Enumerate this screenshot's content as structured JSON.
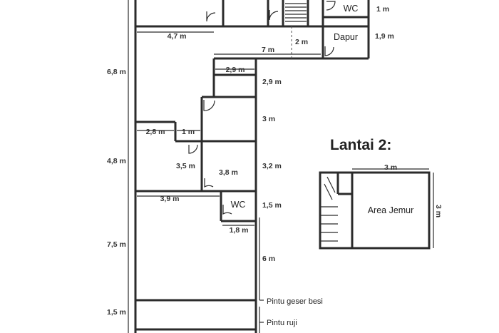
{
  "plan": {
    "floor2_title": "Lantai 2:",
    "rooms": {
      "wc_top": "WC",
      "dapur": "Dapur",
      "wc_mid": "WC",
      "area_jemur": "Area Jemur"
    },
    "dims": {
      "top_right_1m": "1 m",
      "dapur_1_9m": "1,9 m",
      "h_4_7m": "4,7 m",
      "v_2m": "2 m",
      "h_7m": "7 m",
      "left_6_8m": "6,8 m",
      "h_2_9m": "2,9 m",
      "v_2_9m": "2,9 m",
      "v_3m": "3 m",
      "h_2_8m": "2,8 m",
      "h_1m": "1 m",
      "left_4_8m": "4,8 m",
      "v_3_5m": "3,5 m",
      "h_3_8m": "3,8 m",
      "v_3_2m": "3,2 m",
      "h_3_9m": "3,9 m",
      "v_1_5m": "1,5 m",
      "h_1_8m": "1,8 m",
      "left_7_5m": "7,5 m",
      "v_6m": "6 m",
      "left_1_5m": "1,5 m",
      "f2_3m_h": "3 m",
      "f2_3m_v": "3 m"
    },
    "annotations": {
      "pintu_geser": "Pintu geser besi",
      "pintu_ruji": "Pintu ruji"
    }
  }
}
